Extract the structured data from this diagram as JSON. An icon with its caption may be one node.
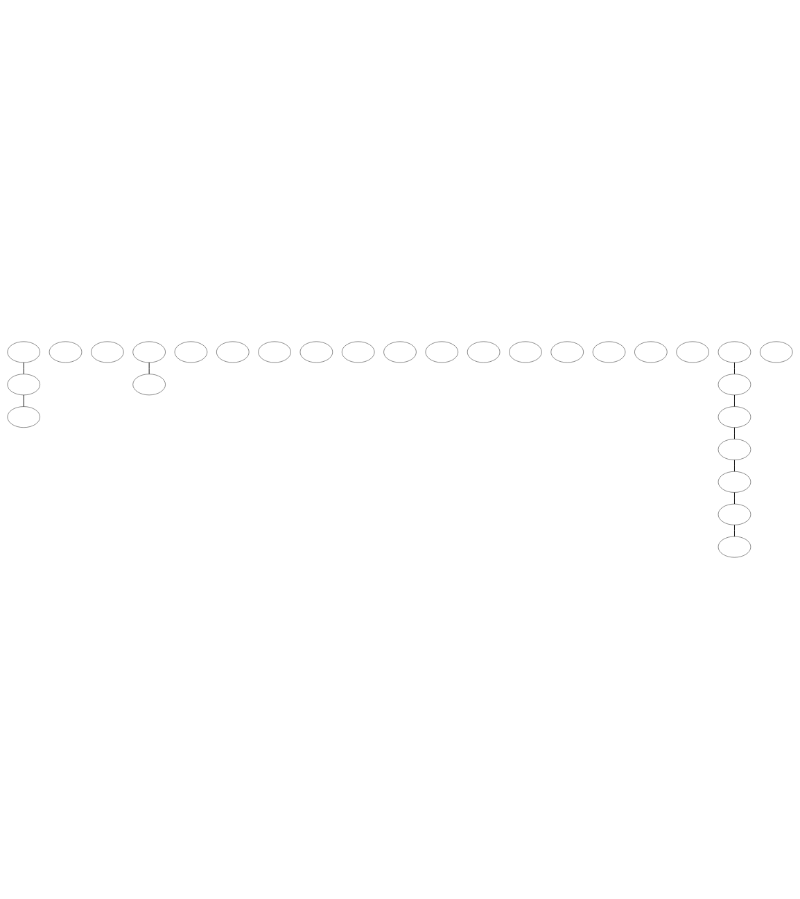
{
  "diagram": {
    "nodes": [
      {
        "text": [],
        "shape": "ellipse"
      },
      {
        "text": [],
        "shape": "ellipse"
      },
      {
        "text": [],
        "shape": "ellipse"
      },
      {
        "text": [],
        "shape": "ellipse"
      },
      {
        "text": [],
        "shape": "ellipse"
      },
      {
        "text": [],
        "shape": "ellipse"
      },
      {
        "text": [],
        "shape": "ellipse"
      },
      {
        "text": [],
        "shape": "ellipse"
      },
      {
        "text": [],
        "shape": "ellipse"
      },
      {
        "text": [],
        "shape": "ellipse"
      },
      {
        "text": [],
        "shape": "ellipse"
      },
      {
        "text": [],
        "shape": "ellipse"
      },
      {
        "text": [],
        "shape": "ellipse"
      },
      {
        "text": [],
        "shape": "ellipse"
      },
      {
        "text": [],
        "shape": "ellipse"
      },
      {
        "text": [],
        "shape": "ellipse"
      },
      {
        "text": [],
        "shape": "ellipse"
      },
      {
        "text": [],
        "shape": "ellipse"
      },
      {
        "text": [],
        "shape": "ellipse"
      },
      {
        "text": [],
        "shape": "ellipse"
      },
      {
        "text": [],
        "shape": "ellipse"
      },
      {
        "text": [],
        "shape": "ellipse"
      },
      {
        "text": [],
        "shape": "ellipse"
      },
      {
        "text": [],
        "shape": "ellipse"
      },
      {
        "text": [],
        "shape": "ellipse"
      },
      {
        "text": [],
        "shape": "ellipse"
      },
      {
        "text": [],
        "shape": "ellipse"
      },
      {
        "text": [],
        "shape": "ellipse"
      }
    ],
    "edges": [
      {
        "from": 0,
        "to": 1,
        "arrow": "none"
      },
      {
        "from": 4,
        "to": 5,
        "arrow": "none"
      },
      {
        "from": 1,
        "to": 20,
        "arrow": "none"
      },
      {
        "from": 19,
        "to": 22,
        "arrow": "none"
      },
      {
        "from": 22,
        "to": 23,
        "arrow": "none"
      },
      {
        "from": 23,
        "to": 24,
        "arrow": "none"
      },
      {
        "from": 24,
        "to": 25,
        "arrow": "none"
      },
      {
        "from": 25,
        "to": 26,
        "arrow": "none"
      },
      {
        "from": 26,
        "to": 27,
        "arrow": "none"
      }
    ]
  }
}
